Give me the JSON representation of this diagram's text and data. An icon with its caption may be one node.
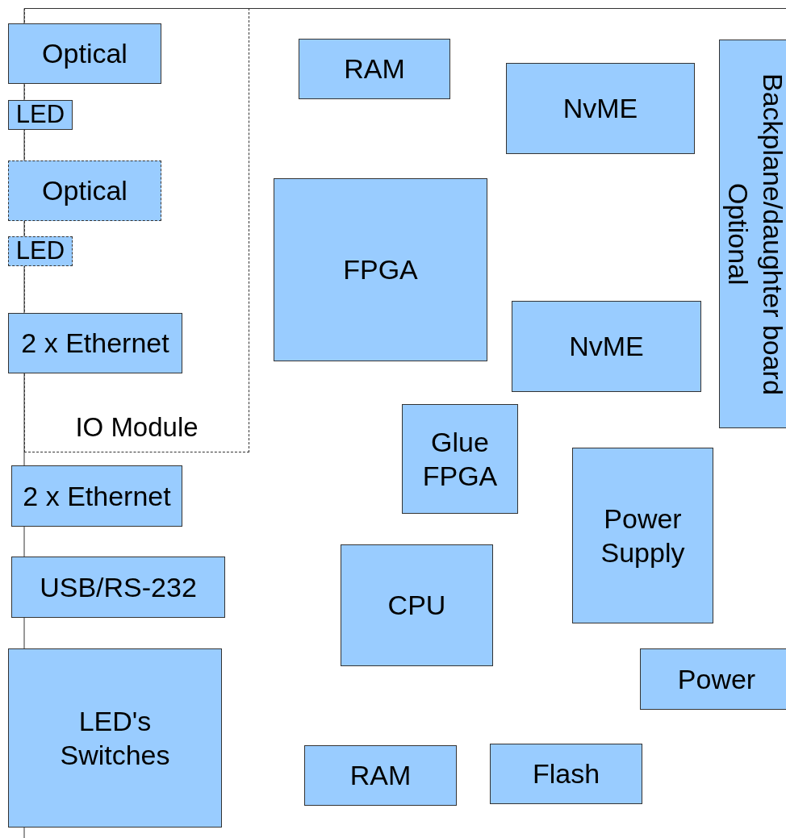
{
  "diagram": {
    "nodes": [
      {
        "text": [
          "IO Module"
        ]
      },
      {
        "text": [
          "Optical"
        ]
      },
      {
        "text": [
          "LED"
        ]
      },
      {
        "text": [
          "Optical"
        ]
      },
      {
        "text": [
          "LED"
        ]
      },
      {
        "text": [
          "2 x Ethernet"
        ]
      },
      {
        "text": [
          "2 x Ethernet"
        ]
      },
      {
        "text": [
          "USB/RS-232"
        ]
      },
      {
        "text": [
          "LED's Switches"
        ]
      },
      {
        "text": [
          "RAM"
        ]
      },
      {
        "text": [
          "NvME"
        ]
      },
      {
        "text": [
          "Backplane/daughter board Optional"
        ]
      },
      {
        "text": [
          "FPGA"
        ]
      },
      {
        "text": [
          "NvME"
        ]
      },
      {
        "text": [
          "Glue FPGA"
        ]
      },
      {
        "text": [
          "Power Supply"
        ]
      },
      {
        "text": [
          "CPU"
        ]
      },
      {
        "text": [
          "Power"
        ]
      },
      {
        "text": [
          "RAM"
        ]
      },
      {
        "text": [
          "Flash"
        ]
      }
    ]
  }
}
